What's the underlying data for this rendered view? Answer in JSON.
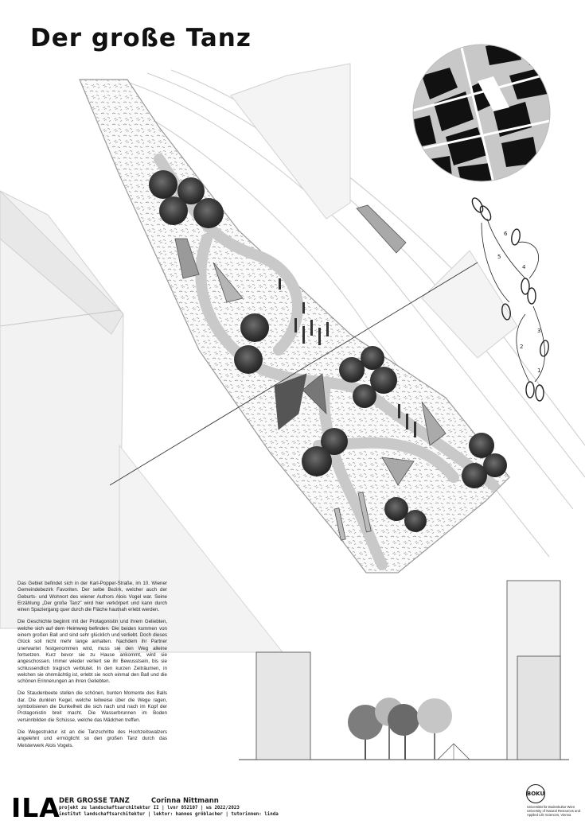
{
  "poster": {
    "title": "Der große Tanz"
  },
  "notation": {
    "step_numbers": [
      "1",
      "2",
      "3",
      "4",
      "5",
      "6"
    ]
  },
  "description": {
    "paragraphs": [
      "Das Gebiet befindet sich in der Karl-Popper-Straße, im 10. Wiener Gemeindebezirk Favoriten. Der selbe Bezirk, welcher auch der Geburts- und Wohnort des wiener Authors Alois Vogel war. Seine Erzählung „Der große Tanz\" wird hier verkörpert und kann durch einen Spaziergang quer durch die Fläche hautnah erlebt werden.",
      "Die Geschichte beginnt mit der Protagonistin und ihrem Geliebten, welche sich auf dem Heimweg befinden. Die beiden kommen von einem großen Ball und sind sehr glücklich und verliebt. Doch dieses Glück soll nicht mehr lange anhalten. Nachdem ihr Partner unerwartet festgenommen wird, muss sie den Weg alleine fortsetzen. Kurz bevor sie zu Hause ankommt, wird sie angeschossen. Immer wieder verliert sie ihr Bewusstsein, bis sie schlussendlich tragisch verblutet. In den kurzen Zeiträumen, in welchen sie ohnmächtig ist, erlebt sie noch einmal den Ball und die schönen Erinnerungen an ihren Geliebten.",
      "Die Staudenbeete stellen die schönen, bunten Momente des Balls dar. Die dunklen Kegel, welche teilweise über die Wege ragen, symbolisieren die Dunkelheit die sich nach und nach im Kopf der Protagonistin breit macht. Die Wasserbrunnen im Boden versinnbilden die Schüsse, welche das Mädchen treffen.",
      "Die Wegestruktur ist an die Tanzschritte des Hochzeitswalzers angelehnt und ermöglicht so den großen Tanz durch das Meisterwerk Alois Vogels."
    ]
  },
  "footer": {
    "logo": "ILA",
    "project_title": "DER GROSSE TANZ",
    "author": "Corinna Nittmann",
    "line1": "projekt zu landschaftsarchitektur II   |   lvnr 852107   |   ws 2022/2023",
    "line2": "institut landschaftsarchitektur   |   lektor: hannes gröblacher   |   tutorinnen: linda",
    "uni_badge": "BOKU",
    "uni_name": "Universität für Bodenkultur Wien University of Natural Resources and Applied Life Sciences, Vienna"
  }
}
